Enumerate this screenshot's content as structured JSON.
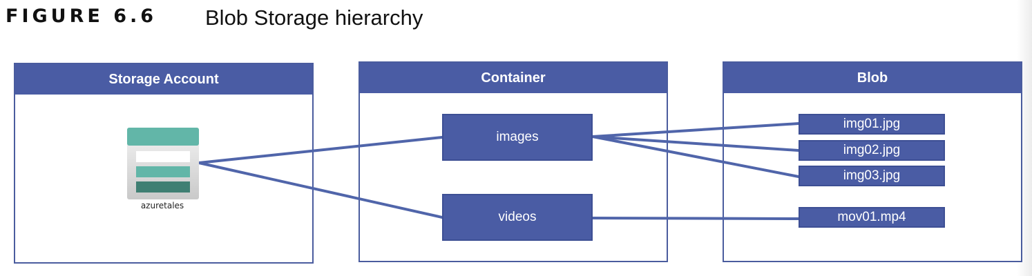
{
  "figure": {
    "label": "FIGURE 6.6",
    "caption": "Blob Storage hierarchy"
  },
  "panels": {
    "storage_account": {
      "title": "Storage Account"
    },
    "container": {
      "title": "Container"
    },
    "blob": {
      "title": "Blob"
    }
  },
  "storage_account": {
    "name": "azuretales",
    "icon": "storage-account-icon"
  },
  "containers": [
    "images",
    "videos"
  ],
  "blobs": [
    "img01.jpg",
    "img02.jpg",
    "img03.jpg",
    "mov01.mp4"
  ],
  "colors": {
    "header": "#4a5ca4",
    "border": "#4a5c9e",
    "connector": "#5065aa",
    "icon_teal": "#62b6a8",
    "icon_dark_teal": "#3f7f73"
  }
}
